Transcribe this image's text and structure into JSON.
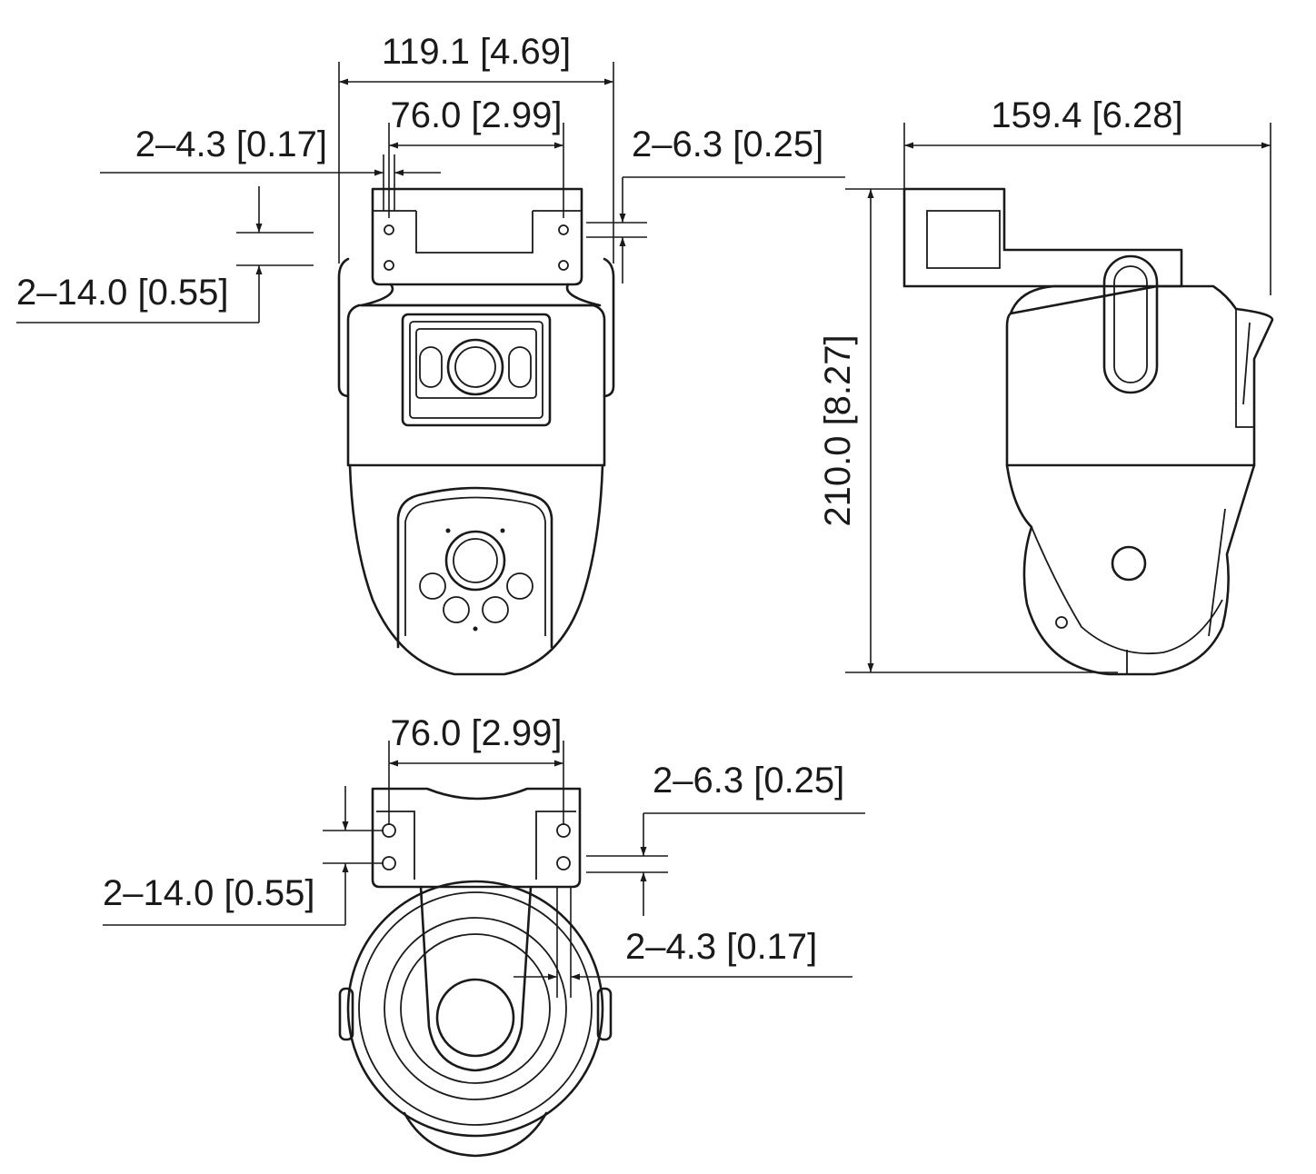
{
  "front_view": {
    "overall_width": "119.1 [4.69]",
    "hole_spacing": "76.0 [2.99]",
    "small_hole": "2–4.3 [0.17]",
    "large_hole": "2–6.3 [0.25]",
    "slot_length": "2–14.0 [0.55]"
  },
  "side_view": {
    "depth": "159.4 [6.28]",
    "height": "210.0 [8.27]"
  },
  "bottom_view": {
    "hole_spacing": "76.0 [2.99]",
    "large_hole": "2–6.3 [0.25]",
    "slot_length": "2–14.0 [0.55]",
    "small_hole": "2–4.3 [0.17]"
  }
}
